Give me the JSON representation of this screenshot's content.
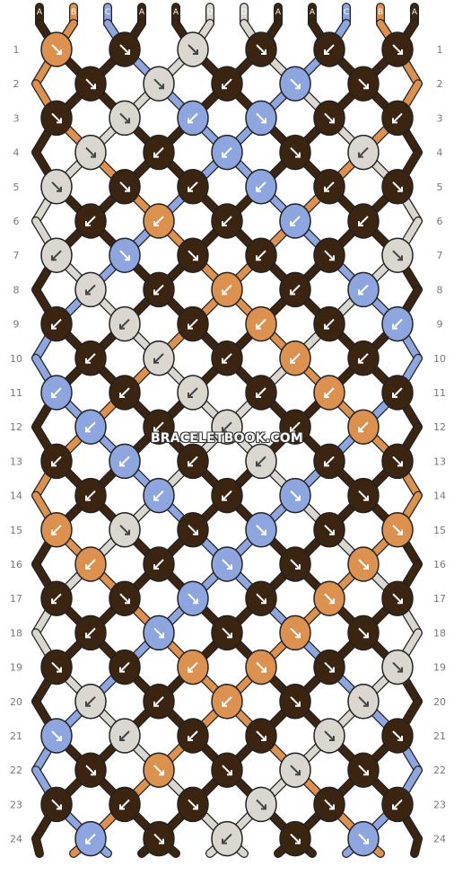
{
  "watermark": "BRACELETBOOK.COM",
  "colors": {
    "A": "#3b2410",
    "B": "#dc914f",
    "C": "#8ea6e0",
    "D": "#d9d7cf"
  },
  "strands": [
    "A",
    "B",
    "C",
    "A",
    "A",
    "D",
    "D",
    "A",
    "A",
    "C",
    "B",
    "A"
  ],
  "bottom_strands": [
    "A",
    "B",
    "C",
    "A",
    "A",
    "D",
    "D",
    "A",
    "A",
    "C",
    "B",
    "A"
  ],
  "row_numbers": [
    "1",
    "2",
    "3",
    "4",
    "5",
    "6",
    "7",
    "8",
    "9",
    "10",
    "11",
    "12",
    "13",
    "14",
    "15",
    "16",
    "17",
    "18",
    "19",
    "20",
    "21",
    "22",
    "23",
    "24"
  ],
  "knot_arrows": [
    "LLLLRL",
    "LLRLL",
    "LLRLLR",
    "LRRLR",
    "LLRRRL",
    "RRRRR",
    "RLLRLL",
    "RRRRR",
    "RRRRRR",
    "RRRRR",
    "RRRRRR",
    "RRRRR",
    "RRRRRL",
    "RRRLL",
    "RLLLLL",
    "RRLLL",
    "RLLLLL",
    "RLLLL",
    "LRRLLL",
    "RRRLL",
    "LRRLLL",
    "LLLLL",
    "LRLLLR",
    "RLRLL"
  ]
}
